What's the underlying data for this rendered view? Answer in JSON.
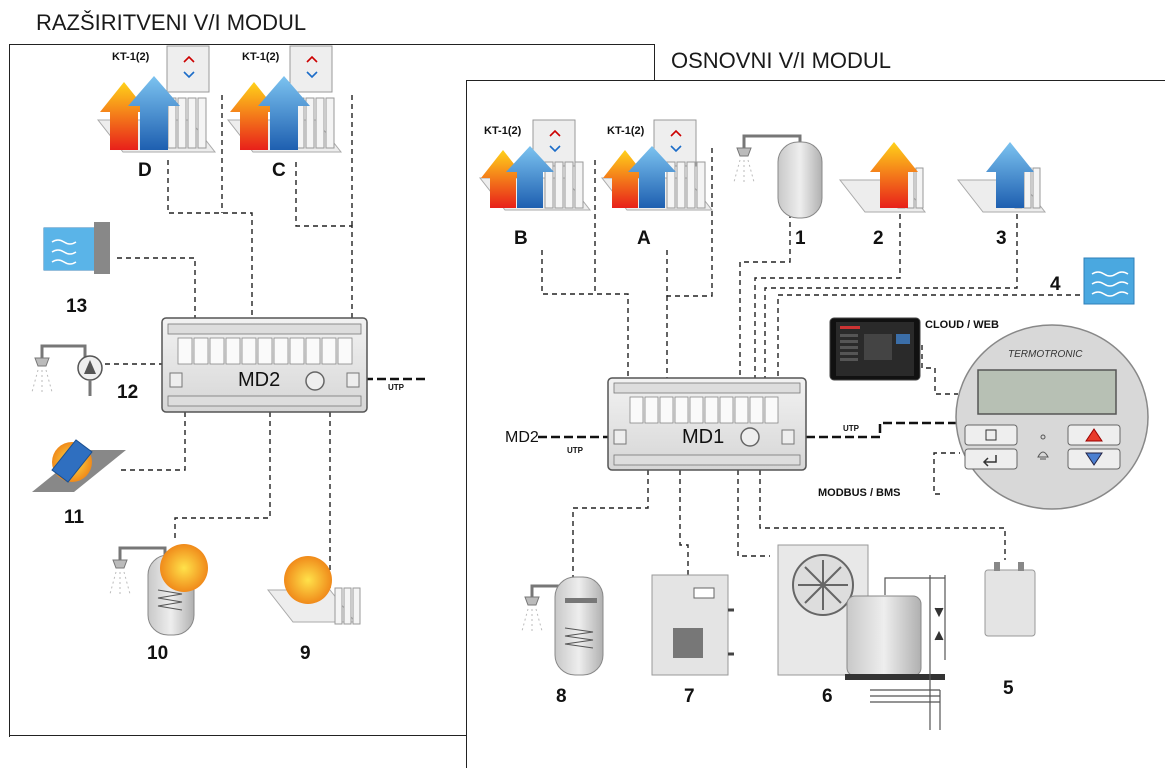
{
  "modules": {
    "extended_title": "RAZŠIRITVENI V/I MODUL",
    "basic_title": "OSNOVNI V/I MODUL"
  },
  "controllers": {
    "md1": "MD1",
    "md2": "MD2",
    "md2_ref": "MD2"
  },
  "thermostat_label": "KT-1(2)",
  "zones": {
    "A": "A",
    "B": "B",
    "C": "C",
    "D": "D"
  },
  "numbers": [
    "1",
    "2",
    "3",
    "4",
    "5",
    "6",
    "7",
    "8",
    "9",
    "10",
    "11",
    "12",
    "13"
  ],
  "connections": {
    "utp": "UTP",
    "cloud": "CLOUD / WEB",
    "modbus": "MODBUS / BMS"
  },
  "panel": {
    "brand": "TERMOTRONIC"
  },
  "colors": {
    "hot": "#f08a1a",
    "cold": "#3d8fd8",
    "line": "#222222",
    "box": "#e6e6e6"
  }
}
